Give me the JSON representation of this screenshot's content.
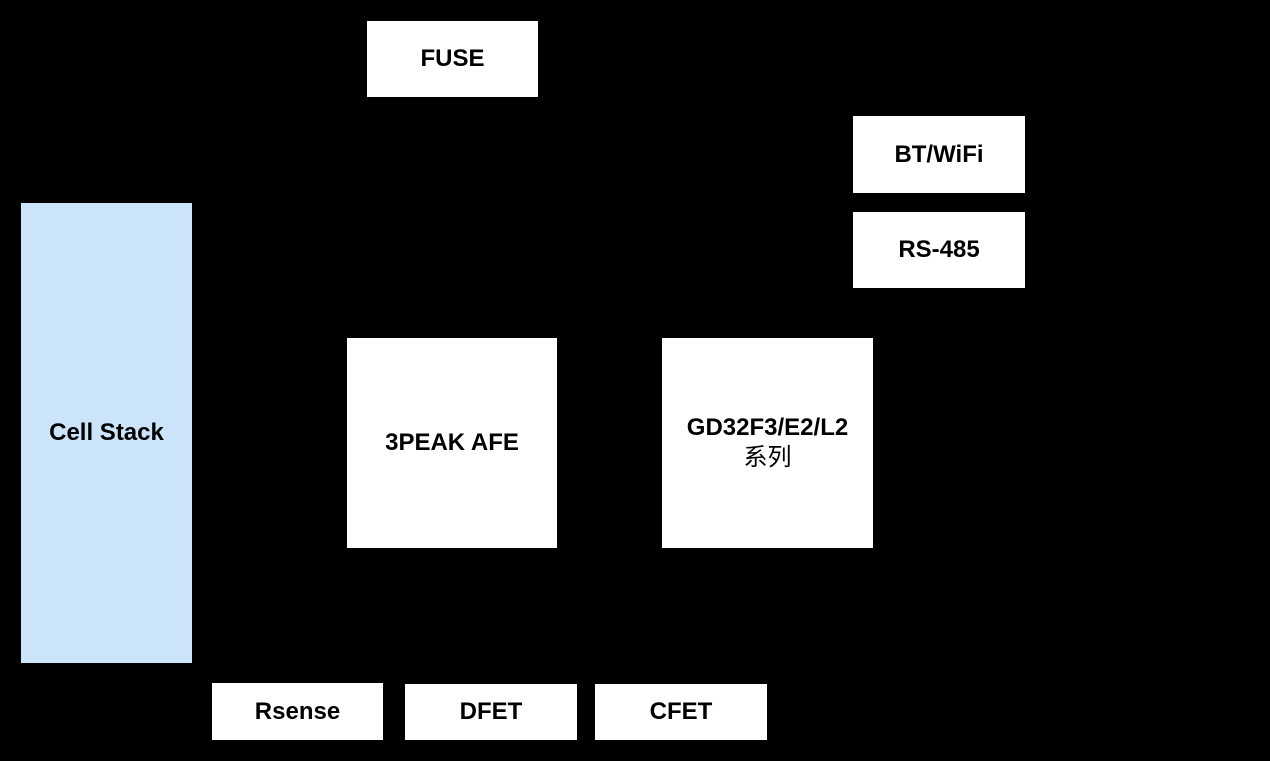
{
  "diagram": {
    "description": "BMS block diagram",
    "colors": {
      "background": "#000000",
      "node_fill": "#ffffff",
      "cell_stack_fill": "#cce4fa",
      "text": "#000000"
    },
    "nodes": {
      "fuse": {
        "label": "FUSE"
      },
      "bt_wifi": {
        "label": "BT/WiFi"
      },
      "rs485": {
        "label": "RS-485"
      },
      "cell_stack": {
        "label": "Cell Stack"
      },
      "afe": {
        "label": "3PEAK AFE"
      },
      "mcu": {
        "label": "GD32F3/E2/L2",
        "sublabel": "系列"
      },
      "rsense": {
        "label": "Rsense"
      },
      "dfet": {
        "label": "DFET"
      },
      "cfet": {
        "label": "CFET"
      }
    }
  }
}
